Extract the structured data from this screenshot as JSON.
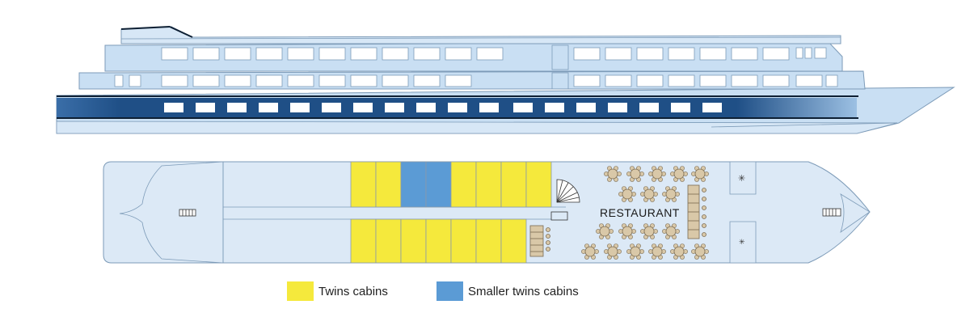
{
  "plan": {
    "restaurant_label": "RESTAURANT"
  },
  "legend": {
    "twins": {
      "label": "Twins cabins",
      "color": "#f5e93c"
    },
    "smaller": {
      "label": "Smaller twins cabins",
      "color": "#5b9bd5"
    }
  },
  "colors": {
    "hull": "#c9dff3",
    "hull_stroke": "#7d9bb8",
    "deck_fill": "#dce9f6",
    "window": "#ffffff",
    "dark_stripe": "#1f4f86",
    "table": "#d9c8a8",
    "table_stroke": "#7a6a50"
  }
}
